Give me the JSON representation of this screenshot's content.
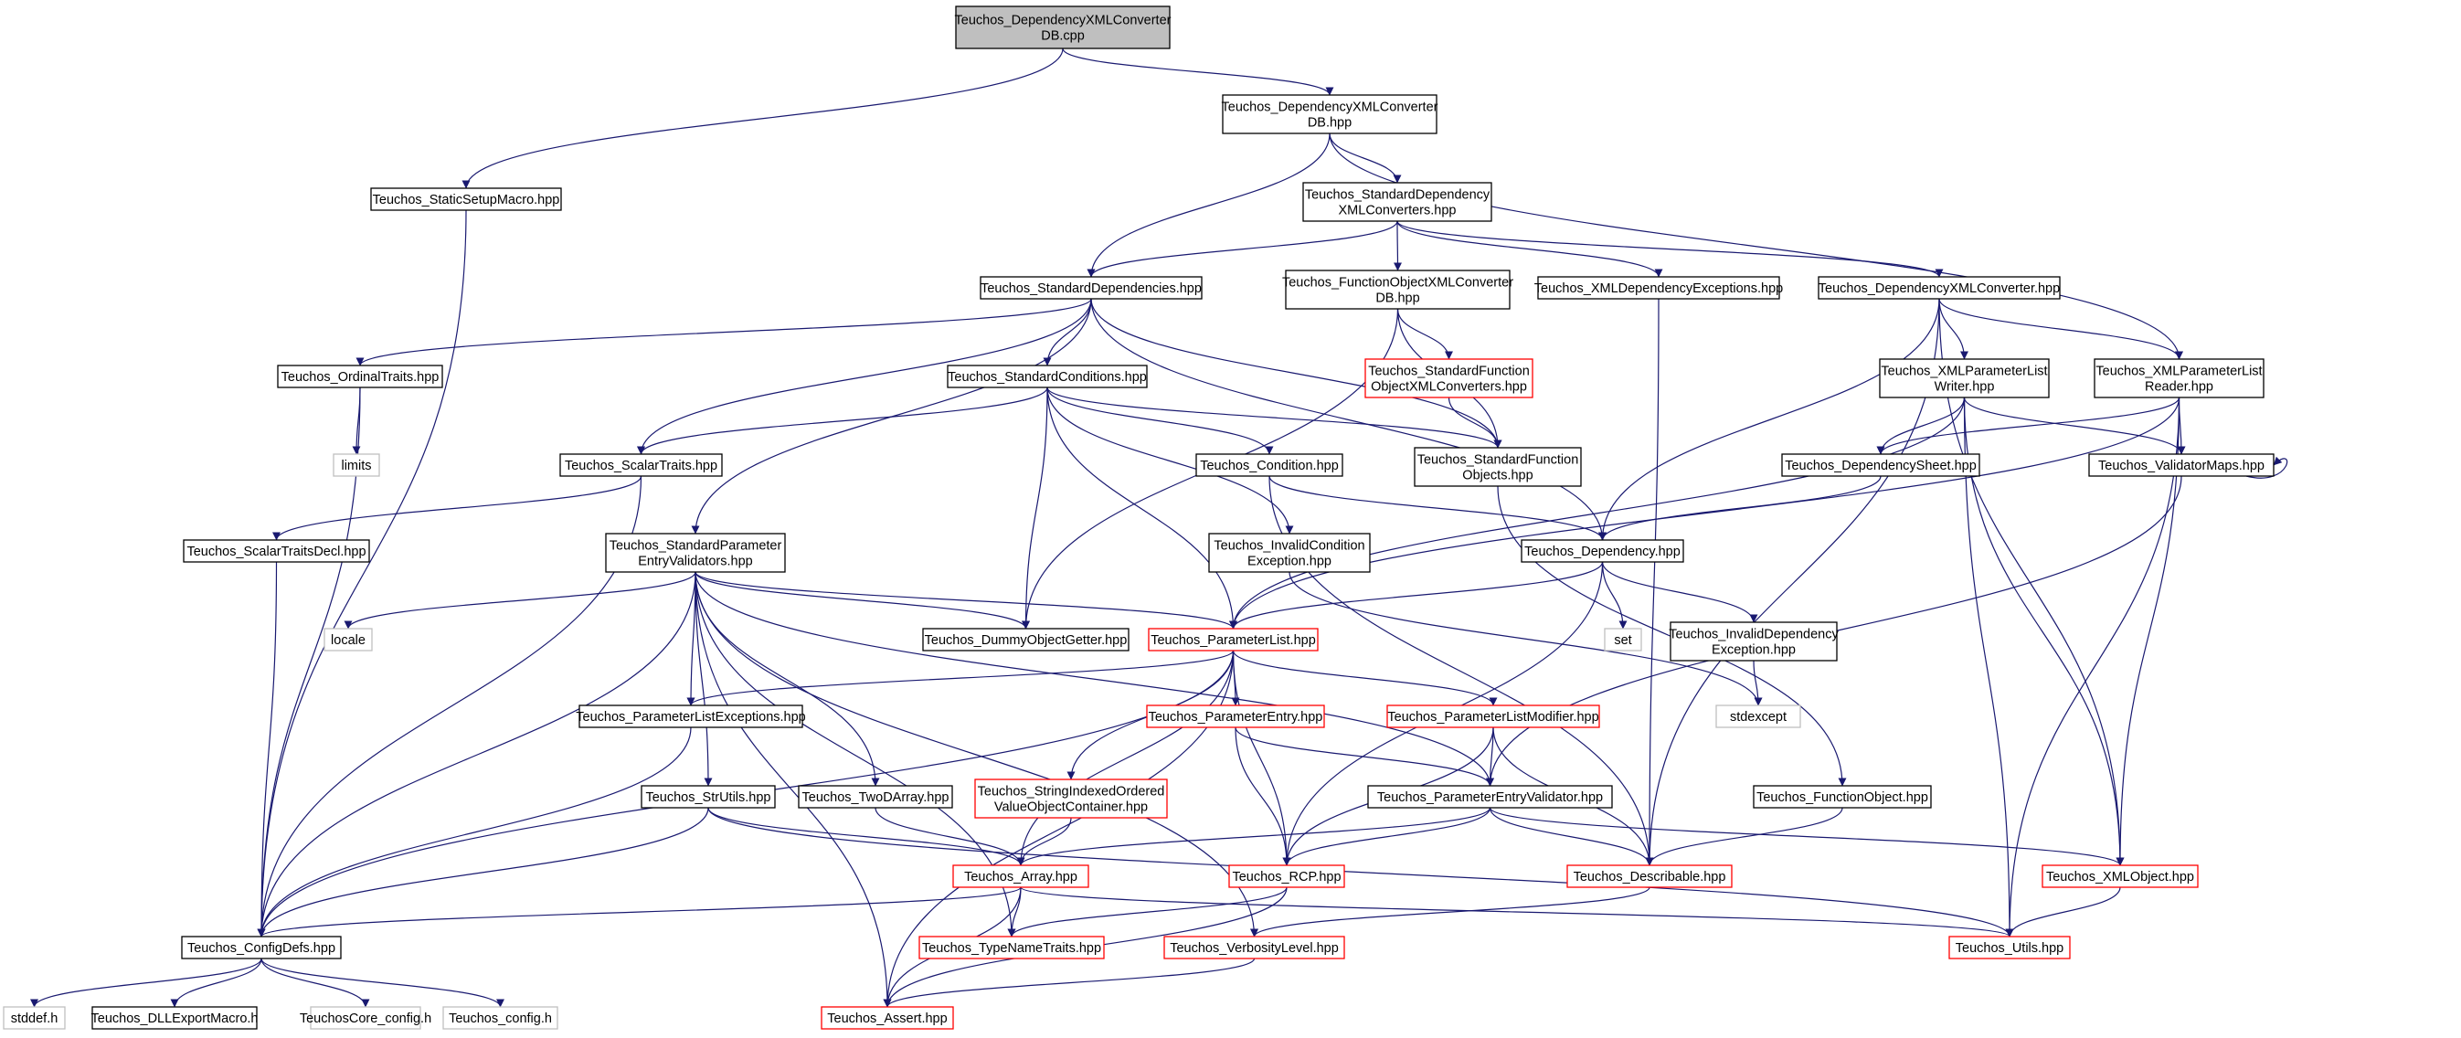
{
  "graph": {
    "edge_color": "#191970",
    "node_kinds": {
      "root": {
        "fill": "#bfbfbf",
        "stroke": "#000000"
      },
      "normal": {
        "fill": "#ffffff",
        "stroke": "#000000"
      },
      "truncated": {
        "fill": "#ffffff",
        "stroke": "#ff0000"
      },
      "external": {
        "fill": "#ffffff",
        "stroke": "#bfbfbf"
      }
    },
    "nodes": [
      {
        "id": "root",
        "kind": "root",
        "lines": [
          "Teuchos_DependencyXMLConverter",
          "DB.cpp"
        ]
      },
      {
        "id": "dxcdb_hpp",
        "kind": "normal",
        "lines": [
          "Teuchos_DependencyXMLConverter",
          "DB.hpp"
        ]
      },
      {
        "id": "static_setup",
        "kind": "normal",
        "lines": [
          "Teuchos_StaticSetupMacro.hpp"
        ]
      },
      {
        "id": "std_dep_xml",
        "kind": "normal",
        "lines": [
          "Teuchos_StandardDependency",
          "XMLConverters.hpp"
        ]
      },
      {
        "id": "std_deps",
        "kind": "normal",
        "lines": [
          "Teuchos_StandardDependencies.hpp"
        ]
      },
      {
        "id": "fo_xml_db",
        "kind": "normal",
        "lines": [
          "Teuchos_FunctionObjectXMLConverter",
          "DB.hpp"
        ]
      },
      {
        "id": "xml_dep_exc",
        "kind": "normal",
        "lines": [
          "Teuchos_XMLDependencyExceptions.hpp"
        ]
      },
      {
        "id": "dep_xml_conv",
        "kind": "normal",
        "lines": [
          "Teuchos_DependencyXMLConverter.hpp"
        ]
      },
      {
        "id": "ordinal_traits",
        "kind": "normal",
        "lines": [
          "Teuchos_OrdinalTraits.hpp"
        ]
      },
      {
        "id": "std_conditions",
        "kind": "normal",
        "lines": [
          "Teuchos_StandardConditions.hpp"
        ]
      },
      {
        "id": "std_fo_xml",
        "kind": "truncated",
        "lines": [
          "Teuchos_StandardFunction",
          "ObjectXMLConverters.hpp"
        ]
      },
      {
        "id": "xml_pl_writer",
        "kind": "normal",
        "lines": [
          "Teuchos_XMLParameterList",
          "Writer.hpp"
        ]
      },
      {
        "id": "xml_pl_reader",
        "kind": "normal",
        "lines": [
          "Teuchos_XMLParameterList",
          "Reader.hpp"
        ]
      },
      {
        "id": "limits",
        "kind": "external",
        "lines": [
          "limits"
        ]
      },
      {
        "id": "scalar_traits",
        "kind": "normal",
        "lines": [
          "Teuchos_ScalarTraits.hpp"
        ]
      },
      {
        "id": "condition",
        "kind": "normal",
        "lines": [
          "Teuchos_Condition.hpp"
        ]
      },
      {
        "id": "std_fo",
        "kind": "normal",
        "lines": [
          "Teuchos_StandardFunction",
          "Objects.hpp"
        ]
      },
      {
        "id": "dep_sheet",
        "kind": "normal",
        "lines": [
          "Teuchos_DependencySheet.hpp"
        ]
      },
      {
        "id": "validator_maps",
        "kind": "normal",
        "lines": [
          "Teuchos_ValidatorMaps.hpp"
        ]
      },
      {
        "id": "scalar_traits_decl",
        "kind": "normal",
        "lines": [
          "Teuchos_ScalarTraitsDecl.hpp"
        ]
      },
      {
        "id": "std_pev",
        "kind": "normal",
        "lines": [
          "Teuchos_StandardParameter",
          "EntryValidators.hpp"
        ]
      },
      {
        "id": "invalid_cond_exc",
        "kind": "normal",
        "lines": [
          "Teuchos_InvalidCondition",
          "Exception.hpp"
        ]
      },
      {
        "id": "dependency",
        "kind": "normal",
        "lines": [
          "Teuchos_Dependency.hpp"
        ]
      },
      {
        "id": "locale",
        "kind": "external",
        "lines": [
          "locale"
        ]
      },
      {
        "id": "dummy_getter",
        "kind": "normal",
        "lines": [
          "Teuchos_DummyObjectGetter.hpp"
        ]
      },
      {
        "id": "parameter_list",
        "kind": "truncated",
        "lines": [
          "Teuchos_ParameterList.hpp"
        ]
      },
      {
        "id": "set",
        "kind": "external",
        "lines": [
          "set"
        ]
      },
      {
        "id": "invalid_dep_exc",
        "kind": "normal",
        "lines": [
          "Teuchos_InvalidDependency",
          "Exception.hpp"
        ]
      },
      {
        "id": "pl_exceptions",
        "kind": "normal",
        "lines": [
          "Teuchos_ParameterListExceptions.hpp"
        ]
      },
      {
        "id": "parameter_entry",
        "kind": "truncated",
        "lines": [
          "Teuchos_ParameterEntry.hpp"
        ]
      },
      {
        "id": "pl_modifier",
        "kind": "truncated",
        "lines": [
          "Teuchos_ParameterListModifier.hpp"
        ]
      },
      {
        "id": "stdexcept",
        "kind": "external",
        "lines": [
          "stdexcept"
        ]
      },
      {
        "id": "str_utils",
        "kind": "normal",
        "lines": [
          "Teuchos_StrUtils.hpp"
        ]
      },
      {
        "id": "two_d_array",
        "kind": "normal",
        "lines": [
          "Teuchos_TwoDArray.hpp"
        ]
      },
      {
        "id": "string_indexed",
        "kind": "truncated",
        "lines": [
          "Teuchos_StringIndexedOrdered",
          "ValueObjectContainer.hpp"
        ]
      },
      {
        "id": "pe_validator",
        "kind": "normal",
        "lines": [
          "Teuchos_ParameterEntryValidator.hpp"
        ]
      },
      {
        "id": "function_object",
        "kind": "normal",
        "lines": [
          "Teuchos_FunctionObject.hpp"
        ]
      },
      {
        "id": "array",
        "kind": "truncated",
        "lines": [
          "Teuchos_Array.hpp"
        ]
      },
      {
        "id": "rcp",
        "kind": "truncated",
        "lines": [
          "Teuchos_RCP.hpp"
        ]
      },
      {
        "id": "describable",
        "kind": "truncated",
        "lines": [
          "Teuchos_Describable.hpp"
        ]
      },
      {
        "id": "xml_object",
        "kind": "truncated",
        "lines": [
          "Teuchos_XMLObject.hpp"
        ]
      },
      {
        "id": "config_defs",
        "kind": "normal",
        "lines": [
          "Teuchos_ConfigDefs.hpp"
        ]
      },
      {
        "id": "type_name_traits",
        "kind": "truncated",
        "lines": [
          "Teuchos_TypeNameTraits.hpp"
        ]
      },
      {
        "id": "verbosity_level",
        "kind": "truncated",
        "lines": [
          "Teuchos_VerbosityLevel.hpp"
        ]
      },
      {
        "id": "utils",
        "kind": "truncated",
        "lines": [
          "Teuchos_Utils.hpp"
        ]
      },
      {
        "id": "stddef",
        "kind": "external",
        "lines": [
          "stddef.h"
        ]
      },
      {
        "id": "dll_export",
        "kind": "normal",
        "lines": [
          "Teuchos_DLLExportMacro.h"
        ]
      },
      {
        "id": "core_config",
        "kind": "external",
        "lines": [
          "TeuchosCore_config.h"
        ]
      },
      {
        "id": "config_h",
        "kind": "external",
        "lines": [
          "Teuchos_config.h"
        ]
      },
      {
        "id": "assert",
        "kind": "truncated",
        "lines": [
          "Teuchos_Assert.hpp"
        ]
      }
    ],
    "edges": [
      [
        "root",
        "dxcdb_hpp"
      ],
      [
        "root",
        "static_setup"
      ],
      [
        "dxcdb_hpp",
        "std_dep_xml"
      ],
      [
        "dxcdb_hpp",
        "std_deps"
      ],
      [
        "dxcdb_hpp",
        "xml_pl_reader"
      ],
      [
        "static_setup",
        "config_defs"
      ],
      [
        "std_dep_xml",
        "std_deps"
      ],
      [
        "std_dep_xml",
        "fo_xml_db"
      ],
      [
        "std_dep_xml",
        "xml_dep_exc"
      ],
      [
        "std_dep_xml",
        "dep_xml_conv"
      ],
      [
        "std_deps",
        "ordinal_traits"
      ],
      [
        "std_deps",
        "std_conditions"
      ],
      [
        "std_deps",
        "scalar_traits"
      ],
      [
        "std_deps",
        "std_pev"
      ],
      [
        "std_deps",
        "std_fo"
      ],
      [
        "std_deps",
        "dependency"
      ],
      [
        "fo_xml_db",
        "std_fo_xml"
      ],
      [
        "fo_xml_db",
        "std_fo"
      ],
      [
        "fo_xml_db",
        "dummy_getter"
      ],
      [
        "xml_dep_exc",
        "describable"
      ],
      [
        "dep_xml_conv",
        "xml_pl_writer"
      ],
      [
        "dep_xml_conv",
        "xml_pl_reader"
      ],
      [
        "dep_xml_conv",
        "dependency"
      ],
      [
        "dep_xml_conv",
        "xml_object"
      ],
      [
        "dep_xml_conv",
        "describable"
      ],
      [
        "ordinal_traits",
        "limits"
      ],
      [
        "ordinal_traits",
        "config_defs"
      ],
      [
        "std_conditions",
        "scalar_traits"
      ],
      [
        "std_conditions",
        "condition"
      ],
      [
        "std_conditions",
        "std_fo"
      ],
      [
        "std_conditions",
        "invalid_cond_exc"
      ],
      [
        "std_conditions",
        "dummy_getter"
      ],
      [
        "std_conditions",
        "parameter_list"
      ],
      [
        "std_fo_xml",
        "std_fo"
      ],
      [
        "xml_pl_writer",
        "dep_sheet"
      ],
      [
        "xml_pl_writer",
        "validator_maps"
      ],
      [
        "xml_pl_writer",
        "parameter_list"
      ],
      [
        "xml_pl_writer",
        "xml_object"
      ],
      [
        "xml_pl_writer",
        "utils"
      ],
      [
        "xml_pl_reader",
        "dep_sheet"
      ],
      [
        "xml_pl_reader",
        "validator_maps"
      ],
      [
        "xml_pl_reader",
        "parameter_list"
      ],
      [
        "xml_pl_reader",
        "xml_object"
      ],
      [
        "xml_pl_reader",
        "utils"
      ],
      [
        "scalar_traits",
        "scalar_traits_decl"
      ],
      [
        "scalar_traits",
        "config_defs"
      ],
      [
        "condition",
        "dependency"
      ],
      [
        "condition",
        "describable"
      ],
      [
        "std_fo",
        "function_object"
      ],
      [
        "dep_sheet",
        "dependency"
      ],
      [
        "validator_maps",
        "validator_maps"
      ],
      [
        "validator_maps",
        "pe_validator"
      ],
      [
        "scalar_traits_decl",
        "config_defs"
      ],
      [
        "std_pev",
        "locale"
      ],
      [
        "std_pev",
        "dummy_getter"
      ],
      [
        "std_pev",
        "parameter_list"
      ],
      [
        "std_pev",
        "pl_exceptions"
      ],
      [
        "std_pev",
        "str_utils"
      ],
      [
        "std_pev",
        "two_d_array"
      ],
      [
        "std_pev",
        "pe_validator"
      ],
      [
        "std_pev",
        "config_defs"
      ],
      [
        "std_pev",
        "assert"
      ],
      [
        "std_pev",
        "type_name_traits"
      ],
      [
        "std_pev",
        "verbosity_level"
      ],
      [
        "invalid_cond_exc",
        "stdexcept"
      ],
      [
        "dependency",
        "parameter_list"
      ],
      [
        "dependency",
        "set"
      ],
      [
        "dependency",
        "invalid_dep_exc"
      ],
      [
        "dependency",
        "rcp"
      ],
      [
        "parameter_list",
        "pl_exceptions"
      ],
      [
        "parameter_list",
        "parameter_entry"
      ],
      [
        "parameter_list",
        "pl_modifier"
      ],
      [
        "parameter_list",
        "string_indexed"
      ],
      [
        "parameter_list",
        "array"
      ],
      [
        "parameter_list",
        "rcp"
      ],
      [
        "parameter_list",
        "config_defs"
      ],
      [
        "parameter_list",
        "assert"
      ],
      [
        "invalid_dep_exc",
        "stdexcept"
      ],
      [
        "pl_exceptions",
        "config_defs"
      ],
      [
        "parameter_entry",
        "pe_validator"
      ],
      [
        "parameter_entry",
        "rcp"
      ],
      [
        "pl_modifier",
        "pe_validator"
      ],
      [
        "pl_modifier",
        "rcp"
      ],
      [
        "pl_modifier",
        "describable"
      ],
      [
        "str_utils",
        "array"
      ],
      [
        "str_utils",
        "config_defs"
      ],
      [
        "str_utils",
        "utils"
      ],
      [
        "two_d_array",
        "array"
      ],
      [
        "string_indexed",
        "array"
      ],
      [
        "pe_validator",
        "array"
      ],
      [
        "pe_validator",
        "rcp"
      ],
      [
        "pe_validator",
        "describable"
      ],
      [
        "pe_validator",
        "xml_object"
      ],
      [
        "function_object",
        "describable"
      ],
      [
        "array",
        "config_defs"
      ],
      [
        "array",
        "type_name_traits"
      ],
      [
        "array",
        "assert"
      ],
      [
        "array",
        "utils"
      ],
      [
        "rcp",
        "type_name_traits"
      ],
      [
        "rcp",
        "assert"
      ],
      [
        "describable",
        "verbosity_level"
      ],
      [
        "xml_object",
        "utils"
      ],
      [
        "config_defs",
        "stddef"
      ],
      [
        "config_defs",
        "dll_export"
      ],
      [
        "config_defs",
        "core_config"
      ],
      [
        "config_defs",
        "config_h"
      ],
      [
        "verbosity_level",
        "assert"
      ]
    ]
  }
}
